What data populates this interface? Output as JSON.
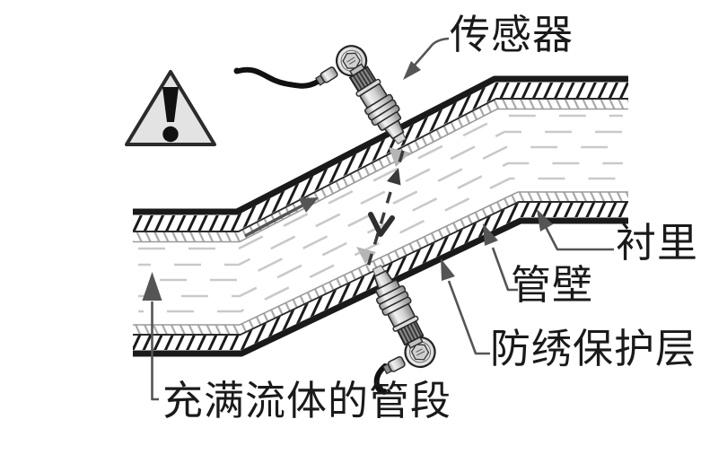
{
  "diagram": {
    "labels": {
      "sensor": "传感器",
      "lining": "衬里",
      "pipe_wall": "管壁",
      "anti_rust_layer": "防绣保护层",
      "fluid_filled_section": "充满流体的管段"
    },
    "icons": {
      "warning": "warning-triangle-exclamation"
    },
    "colors": {
      "outline_black": "#1a1a1a",
      "callout_gray": "#555555",
      "lining_hatch_gray": "#a8a8a8",
      "flow_dash_gray": "#c9c9c9",
      "warning_fill": "#e3e3e3",
      "background": "#ffffff"
    }
  }
}
